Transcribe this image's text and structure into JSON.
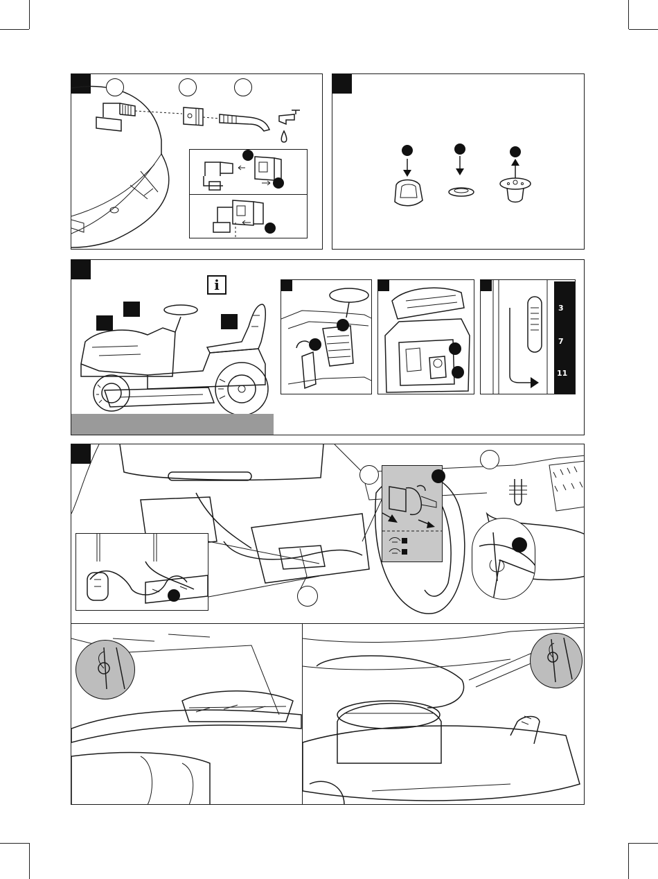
{
  "colors": {
    "ink": "#111111",
    "panel_border": "#1a1a1a",
    "shade": "#9a9a9a",
    "light_shade": "#c8c8c8",
    "background": "#ffffff"
  },
  "panel3": {
    "info_icon_label": "i"
  },
  "height_scale": {
    "marks": [
      "3",
      "7",
      "11"
    ]
  },
  "icons": {
    "water_tap": "water-tap-icon",
    "drop": "water-drop-icon",
    "lock": "lock-icon",
    "info": "info-icon"
  }
}
